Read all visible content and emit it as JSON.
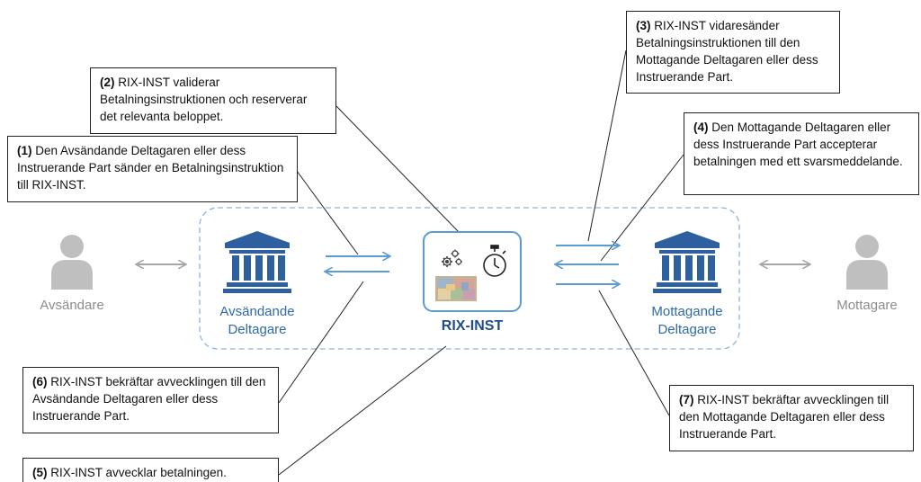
{
  "callouts": [
    {
      "num": "(1)",
      "text": "Den Avsändande Deltagaren eller dess Instruerande Part sänder en Betalningsinstruktion till RIX-INST."
    },
    {
      "num": "(2)",
      "text": "RIX-INST validerar Betalningsinstruktionen och reserverar det relevanta beloppet."
    },
    {
      "num": "(3)",
      "text": "RIX-INST vidaresänder Betalningsinstruktionen till den Mottagande Deltagaren eller dess Instruerande Part."
    },
    {
      "num": "(4)",
      "text": "Den Mottagande Deltagaren eller dess Instruerande Part accepterar betalningen med ett svarsmeddelande."
    },
    {
      "num": "(5)",
      "text": "RIX-INST avvecklar betalningen."
    },
    {
      "num": "(6)",
      "text": "RIX-INST bekräftar avvecklingen till den Avsändande Deltagaren eller dess Instruerande Part."
    },
    {
      "num": "(7)",
      "text": "RIX-INST bekräftar avvecklingen till den Mottagande Deltagaren eller dess Instruerande Part."
    }
  ],
  "actors": {
    "sender": "Avsändare",
    "sending_participant_1": "Avsändande",
    "sending_participant_2": "Deltagare",
    "rix": "RIX-INST",
    "receiving_participant_1": "Mottagande",
    "receiving_participant_2": "Deltagare",
    "receiver": "Mottagare"
  },
  "colors": {
    "accent": "#5b9bd5",
    "bank": "#2e5f9e",
    "person": "#bfbfbf",
    "arrow_grey": "#a6a6a6"
  }
}
